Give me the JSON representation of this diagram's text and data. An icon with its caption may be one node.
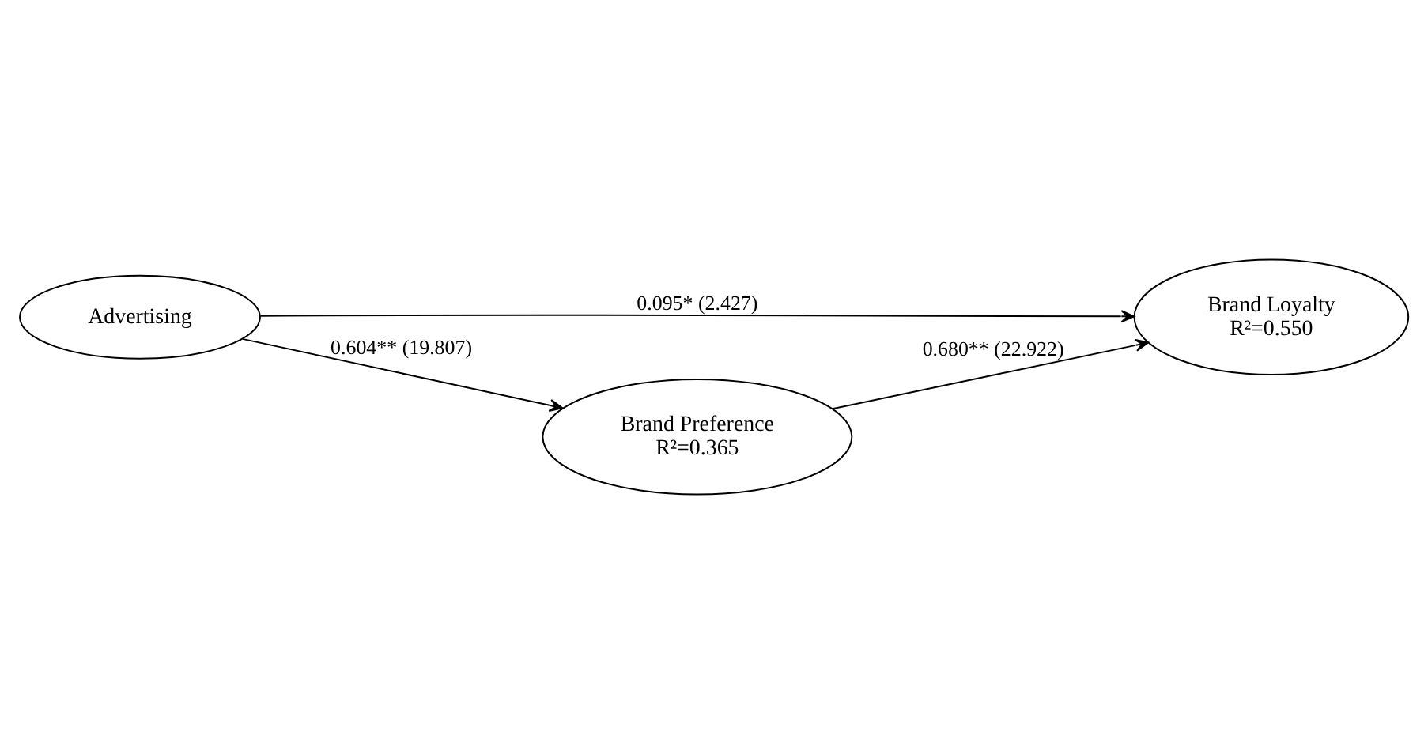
{
  "diagram": {
    "nodes": [
      {
        "text": [
          "Advertising"
        ]
      },
      {
        "text": [
          "Brand Loyalty",
          "R²=0.550"
        ]
      },
      {
        "text": [
          "Brand Preference",
          "R²=0.365"
        ]
      }
    ],
    "edges": [
      {
        "from": 0,
        "to": 1,
        "arrow": "to",
        "label": "0.095* (2.427)"
      },
      {
        "from": 0,
        "to": 2,
        "arrow": "to",
        "label": "0.604** (19.807)"
      },
      {
        "from": 2,
        "to": 1,
        "arrow": "to",
        "label": "0.680** (22.922)"
      }
    ]
  }
}
